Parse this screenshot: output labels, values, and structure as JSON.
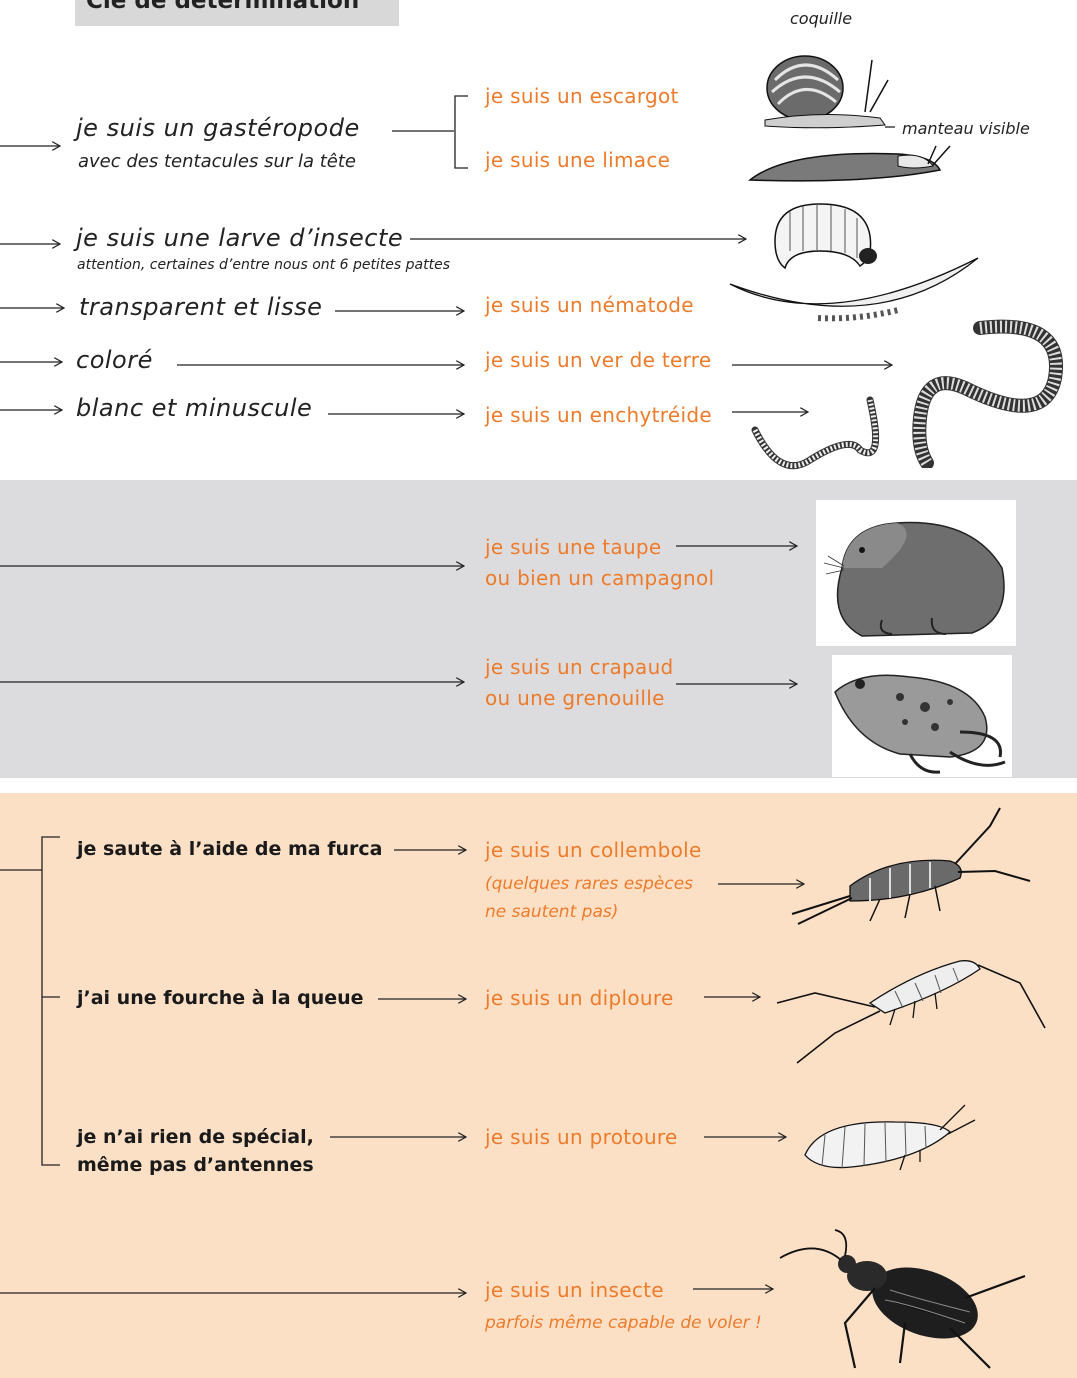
{
  "title": "Clé de détermination",
  "captions": {
    "shell": "coquille",
    "mantle": "manteau visible"
  },
  "criteria": {
    "gastropod": "je suis un gastéropode",
    "gastropod_sub": "avec des tentacules sur la tête",
    "larva": "je suis une larve d’insecte",
    "larva_sub": "attention, certaines d’entre nous ont 6 petites pattes",
    "transparent": "transparent et lisse",
    "colored": "coloré",
    "white": "blanc et minuscule",
    "furca": "je saute à l’aide de ma furca",
    "fork": "j’ai une fourche à la queue",
    "nothing_1": "je n’ai rien de spécial,",
    "nothing_2": "même pas d’antennes"
  },
  "results": {
    "snail": "je suis un escargot",
    "slug": "je suis une limace",
    "nematode": "je suis un nématode",
    "earthworm": "je suis un ver de terre",
    "enchytraeid": "je suis un enchytréide",
    "mole_1": "je suis une taupe",
    "mole_2": "ou bien un campagnol",
    "toad_1": "je suis un crapaud",
    "toad_2": "ou une grenouille",
    "springtail": "je suis un collembole",
    "springtail_note_1": "(quelques rares espèces",
    "springtail_note_2": "ne sautent pas)",
    "diplura": "je suis un diploure",
    "protura": "je suis un protoure",
    "insect": "je suis un insecte",
    "insect_note": "parfois même capable de voler !"
  },
  "colors": {
    "result": "#ee7b2a",
    "gray_band": "#dcdcde",
    "peach_band": "#fbe0c6"
  },
  "illustrations": [
    "snail-icon",
    "slug-icon",
    "larva-icon",
    "nematode-icon",
    "earthworm-icon",
    "enchytraeid-icon",
    "vole-icon",
    "frog-icon",
    "springtail-icon",
    "diplura-icon",
    "protura-icon",
    "beetle-icon"
  ]
}
